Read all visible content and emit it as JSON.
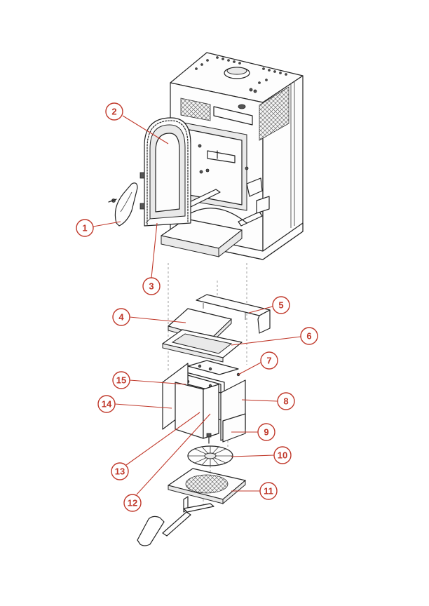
{
  "colors": {
    "callout": "#c0392b",
    "linework": "#222222",
    "background": "#ffffff"
  },
  "callouts": [
    {
      "id": "callout-1",
      "label": "1"
    },
    {
      "id": "callout-2",
      "label": "2"
    },
    {
      "id": "callout-3",
      "label": "3"
    },
    {
      "id": "callout-4",
      "label": "4"
    },
    {
      "id": "callout-5",
      "label": "5"
    },
    {
      "id": "callout-6",
      "label": "6"
    },
    {
      "id": "callout-7",
      "label": "7"
    },
    {
      "id": "callout-8",
      "label": "8"
    },
    {
      "id": "callout-9",
      "label": "9"
    },
    {
      "id": "callout-10",
      "label": "10"
    },
    {
      "id": "callout-11",
      "label": "11"
    },
    {
      "id": "callout-12",
      "label": "12"
    },
    {
      "id": "callout-13",
      "label": "13"
    },
    {
      "id": "callout-14",
      "label": "14"
    },
    {
      "id": "callout-15",
      "label": "15"
    }
  ]
}
